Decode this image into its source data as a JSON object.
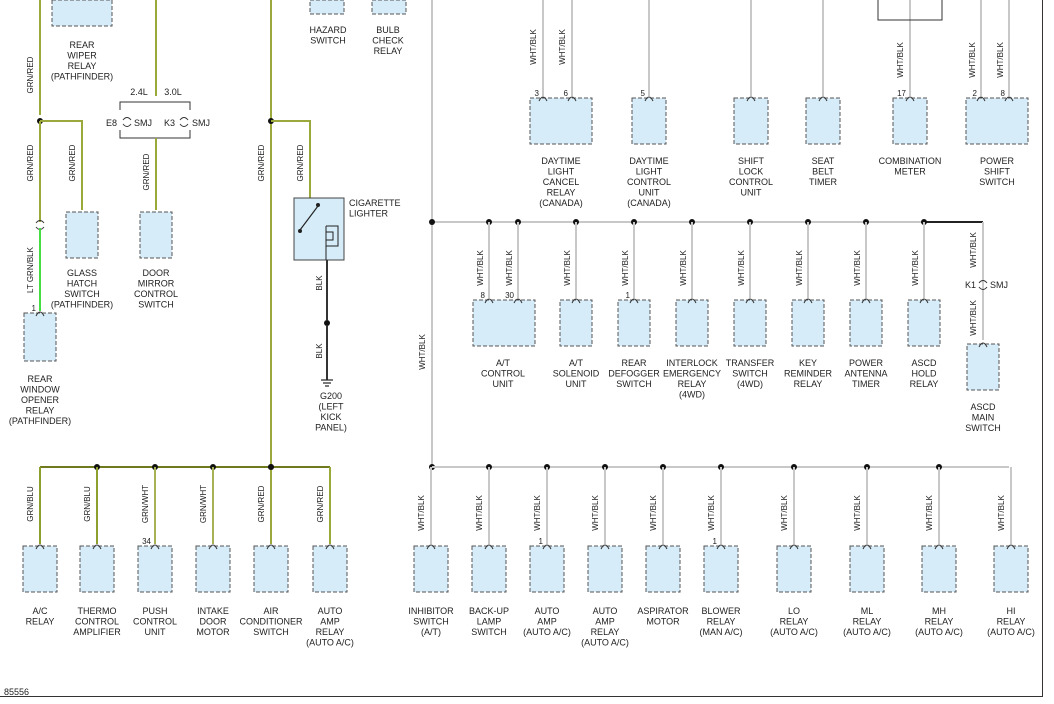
{
  "colors": {
    "grn_red": "#9aa83c",
    "grn_red_dark": "#6f7a1e",
    "grn_blu": "#8d9f2c",
    "grn_wht": "#a7b255",
    "lt_grn_blk": "#44dd44",
    "wht_blk": "#c8c8c8",
    "blk": "#333333",
    "component_fill": "#d6ecf8",
    "component_border": "#555555"
  },
  "figure_id": "85556",
  "wire_labels": {
    "grn_red": "GRN/RED",
    "grn_blu": "GRN/BLU",
    "grn_wht": "GRN/WHT",
    "lt_grn_blk": "LT GRN/BLK",
    "wht_blk": "WHT/BLK",
    "blk": "BLK"
  },
  "top_partial_components": [
    {
      "lines": [
        "HAZARD",
        "SWITCH"
      ]
    },
    {
      "lines": [
        "BULB",
        "CHECK",
        "RELAY"
      ]
    }
  ],
  "connectors": {
    "smj_e8": {
      "name": "E8",
      "type": "SMJ",
      "engine": "2.4L"
    },
    "smj_k3": {
      "name": "K3",
      "type": "SMJ",
      "engine": "3.0L"
    },
    "smj_k1": {
      "name": "K1",
      "type": "SMJ"
    }
  },
  "ground": {
    "lines": [
      "G200",
      "(LEFT",
      "KICK",
      "PANEL)"
    ]
  },
  "components": [
    {
      "lines": [
        "REAR",
        "WIPER",
        "RELAY",
        "(PATHFINDER)"
      ],
      "pins": []
    },
    {
      "lines": [
        "GLASS",
        "HATCH",
        "SWITCH",
        "(PATHFINDER)"
      ],
      "pins": []
    },
    {
      "lines": [
        "DOOR",
        "MIRROR",
        "CONTROL",
        "SWITCH"
      ],
      "pins": []
    },
    {
      "lines": [
        "REAR",
        "WINDOW",
        "OPENER",
        "RELAY",
        "(PATHFINDER)"
      ],
      "pins": [
        "1"
      ]
    },
    {
      "lines": [
        "CIGARETTE",
        "LIGHTER"
      ],
      "pins": []
    },
    {
      "lines": [
        "DAYTIME",
        "LIGHT",
        "CANCEL",
        "RELAY",
        "(CANADA)"
      ],
      "pins": [
        "3",
        "6"
      ]
    },
    {
      "lines": [
        "DAYTIME",
        "LIGHT",
        "CONTROL",
        "UNIT",
        "(CANADA)"
      ],
      "pins": [
        "5"
      ]
    },
    {
      "lines": [
        "SHIFT",
        "LOCK",
        "CONTROL",
        "UNIT"
      ],
      "pins": []
    },
    {
      "lines": [
        "SEAT",
        "BELT",
        "TIMER"
      ],
      "pins": []
    },
    {
      "lines": [
        "COMBINATION",
        "METER"
      ],
      "pins": [
        "17"
      ]
    },
    {
      "lines": [
        "POWER",
        "SHIFT",
        "SWITCH"
      ],
      "pins": [
        "2",
        "8"
      ]
    },
    {
      "lines": [
        "A/T",
        "CONTROL",
        "UNIT"
      ],
      "pins": [
        "8",
        "30"
      ]
    },
    {
      "lines": [
        "A/T",
        "SOLENOID",
        "UNIT"
      ],
      "pins": []
    },
    {
      "lines": [
        "REAR",
        "DEFOGGER",
        "SWITCH"
      ],
      "pins": [
        "1"
      ]
    },
    {
      "lines": [
        "INTERLOCK",
        "EMERGENCY",
        "RELAY",
        "(4WD)"
      ],
      "pins": []
    },
    {
      "lines": [
        "TRANSFER",
        "SWITCH",
        "(4WD)"
      ],
      "pins": []
    },
    {
      "lines": [
        "KEY",
        "REMINDER",
        "RELAY"
      ],
      "pins": []
    },
    {
      "lines": [
        "POWER",
        "ANTENNA",
        "TIMER"
      ],
      "pins": []
    },
    {
      "lines": [
        "ASCD",
        "HOLD",
        "RELAY"
      ],
      "pins": []
    },
    {
      "lines": [
        "ASCD",
        "MAIN",
        "SWITCH"
      ],
      "pins": []
    },
    {
      "lines": [
        "A/C",
        "RELAY"
      ],
      "pins": []
    },
    {
      "lines": [
        "THERMO",
        "CONTROL",
        "AMPLIFIER"
      ],
      "pins": []
    },
    {
      "lines": [
        "PUSH",
        "CONTROL",
        "UNIT"
      ],
      "pins": [
        "34"
      ]
    },
    {
      "lines": [
        "INTAKE",
        "DOOR",
        "MOTOR"
      ],
      "pins": []
    },
    {
      "lines": [
        "AIR",
        "CONDITIONER",
        "SWITCH"
      ],
      "pins": []
    },
    {
      "lines": [
        "AUTO",
        "AMP",
        "RELAY",
        "(AUTO A/C)"
      ],
      "pins": []
    },
    {
      "lines": [
        "INHIBITOR",
        "SWITCH",
        "(A/T)"
      ],
      "pins": []
    },
    {
      "lines": [
        "BACK-UP",
        "LAMP",
        "SWITCH"
      ],
      "pins": []
    },
    {
      "lines": [
        "AUTO",
        "AMP",
        "(AUTO A/C)"
      ],
      "pins": [
        "1"
      ]
    },
    {
      "lines": [
        "AUTO",
        "AMP",
        "RELAY",
        "(AUTO A/C)"
      ],
      "pins": []
    },
    {
      "lines": [
        "ASPIRATOR",
        "MOTOR"
      ],
      "pins": []
    },
    {
      "lines": [
        "BLOWER",
        "RELAY",
        "(MAN A/C)"
      ],
      "pins": [
        "1"
      ]
    },
    {
      "lines": [
        "LO",
        "RELAY",
        "(AUTO A/C)"
      ],
      "pins": []
    },
    {
      "lines": [
        "ML",
        "RELAY",
        "(AUTO A/C)"
      ],
      "pins": []
    },
    {
      "lines": [
        "MH",
        "RELAY",
        "(AUTO A/C)"
      ],
      "pins": []
    },
    {
      "lines": [
        "HI",
        "RELAY",
        "(AUTO A/C)"
      ],
      "pins": []
    }
  ]
}
